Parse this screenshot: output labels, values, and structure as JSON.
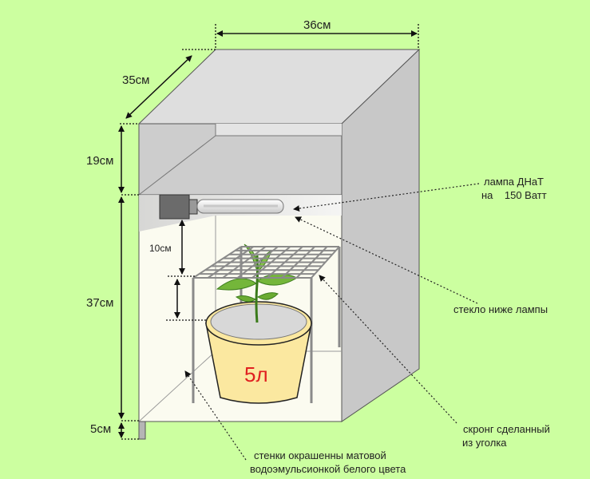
{
  "dimensions": {
    "width": "36см",
    "depth": "35см",
    "lamp_compartment_height": "19см",
    "grow_chamber_height": "37см",
    "base_height": "5см",
    "lamp_to_grate": "10см"
  },
  "pot": {
    "volume": "5л",
    "volume_color": "#e02020"
  },
  "annotations": {
    "lamp_line1": "лампа ДНаТ",
    "lamp_line2": "на    150 Ватт",
    "glass": "стекло ниже лампы",
    "stand_line1": "скронг сделанный",
    "stand_line2": "из уголка",
    "walls_line1": "стенки окрашенны матовой",
    "walls_line2": "водоэмульсионкой белого цвета"
  },
  "colors": {
    "background": "#ccffa0",
    "box_side": "#c8c8c8",
    "box_top": "#dedede",
    "interior": "#fbfbf0",
    "pot": "#fbe8a0"
  }
}
